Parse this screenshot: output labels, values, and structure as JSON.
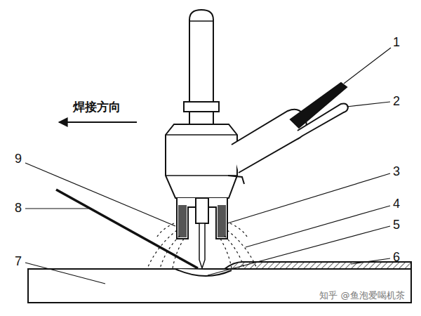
{
  "diagram": {
    "labels": [
      "1",
      "2",
      "焊接方向",
      "9",
      "3",
      "8",
      "4",
      "5",
      "7",
      "6",
      "知乎 @鱼泡爱喝机茶"
    ]
  }
}
